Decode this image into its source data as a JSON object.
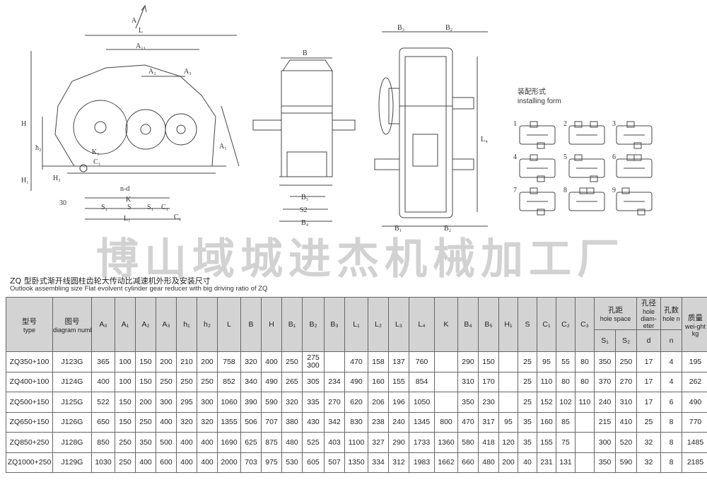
{
  "drawings": {
    "labels": {
      "A": "A",
      "L": "L",
      "A11": "A₁₁",
      "A2": "A₂",
      "A3": "A₃",
      "A1": "A₁",
      "H": "H",
      "h2": "h₂",
      "H1": "H₁",
      "H3": "H₃",
      "K1": "K₁",
      "C3": "C₃",
      "nd": "n-d",
      "K": "K",
      "S1": "S₁",
      "S": "S",
      "C1": "C₁",
      "C2": "C₂",
      "L1": "L₁",
      "d30": "30",
      "B": "B",
      "B5": "B₅",
      "S2": "S2",
      "B4": "B₄",
      "B3": "B₃",
      "B2top": "B₂",
      "B1": "B₁",
      "B2bot": "B₂",
      "L4": "L₄"
    },
    "mounting": {
      "title_cn": "装配形式",
      "title_en": "installing form",
      "numbers": [
        "1",
        "2",
        "3",
        "4",
        "5",
        "6",
        "7",
        "8",
        "9"
      ]
    }
  },
  "watermark": "博山域城进杰机械加工厂",
  "caption": {
    "cn": "ZQ 型卧式渐开线圆柱齿轮大传动比减速机外形及安装尺寸",
    "en": "Outlook assembling size Flat evolvent cylinder gear reducer with big driving ratio of ZQ"
  },
  "table": {
    "headers": {
      "type_cn": "型号",
      "type_en": "type",
      "diagram_cn": "图号",
      "diagram_en": "diagram number",
      "dims": [
        "A₀",
        "A₁",
        "A₂",
        "A₃",
        "h₁",
        "h₂",
        "L",
        "B",
        "H",
        "B₁",
        "B₂",
        "B₃",
        "L₁",
        "L₂",
        "L₃",
        "L₄",
        "K",
        "B₄",
        "B₅",
        "H₁",
        "S",
        "C₁",
        "C₂",
        "C₃"
      ],
      "hole_space_cn": "孔距",
      "hole_space_en": "hole space",
      "hole_diam_cn": "孔径",
      "hole_diam_en": "hole diam-eter",
      "hole_num_cn": "孔数",
      "hole_num_en": "hole n",
      "weight_cn": "质量",
      "weight_en": "wei-ght kg",
      "sub": [
        "S₁",
        "S₂",
        "d",
        "n"
      ]
    },
    "rows": [
      [
        "ZQ350+100",
        "J123G",
        "365",
        "100",
        "150",
        "200",
        "210",
        "200",
        "758",
        "320",
        "400",
        "250",
        "275 300",
        "",
        "470",
        "158",
        "137",
        "760",
        "",
        "290",
        "150",
        "",
        "25",
        "95",
        "55",
        "80",
        "350",
        "250",
        "17",
        "4",
        "195"
      ],
      [
        "ZQ400+100",
        "J124G",
        "400",
        "100",
        "150",
        "250",
        "250",
        "250",
        "852",
        "340",
        "490",
        "265",
        "305",
        "234",
        "490",
        "160",
        "155",
        "854",
        "",
        "310",
        "170",
        "",
        "25",
        "110",
        "80",
        "80",
        "370",
        "270",
        "17",
        "4",
        "262"
      ],
      [
        "ZQ500+150",
        "J125G",
        "522",
        "150",
        "200",
        "300",
        "295",
        "300",
        "1060",
        "390",
        "590",
        "320",
        "335",
        "270",
        "620",
        "206",
        "196",
        "1050",
        "",
        "350",
        "230",
        "",
        "25",
        "152",
        "102",
        "110",
        "240",
        "310",
        "17",
        "6",
        "490"
      ],
      [
        "ZQ650+150",
        "J126G",
        "650",
        "150",
        "250",
        "400",
        "320",
        "320",
        "1355",
        "506",
        "707",
        "380",
        "430",
        "342",
        "830",
        "238",
        "240",
        "1345",
        "800",
        "470",
        "317",
        "95",
        "35",
        "160",
        "85",
        "",
        "215",
        "410",
        "25",
        "8",
        "770"
      ],
      [
        "ZQ850+250",
        "J128G",
        "850",
        "250",
        "350",
        "500",
        "400",
        "400",
        "1690",
        "625",
        "875",
        "480",
        "525",
        "403",
        "1100",
        "327",
        "290",
        "1733",
        "1360",
        "580",
        "418",
        "120",
        "35",
        "155",
        "75",
        "",
        "300",
        "520",
        "32",
        "8",
        "1485"
      ],
      [
        "ZQ1000+250",
        "J129G",
        "1030",
        "250",
        "400",
        "600",
        "400",
        "400",
        "2000",
        "703",
        "975",
        "530",
        "605",
        "507",
        "1350",
        "334",
        "312",
        "1983",
        "1662",
        "660",
        "480",
        "200",
        "40",
        "231",
        "131",
        "",
        "350",
        "590",
        "32",
        "8",
        "2185"
      ]
    ]
  }
}
